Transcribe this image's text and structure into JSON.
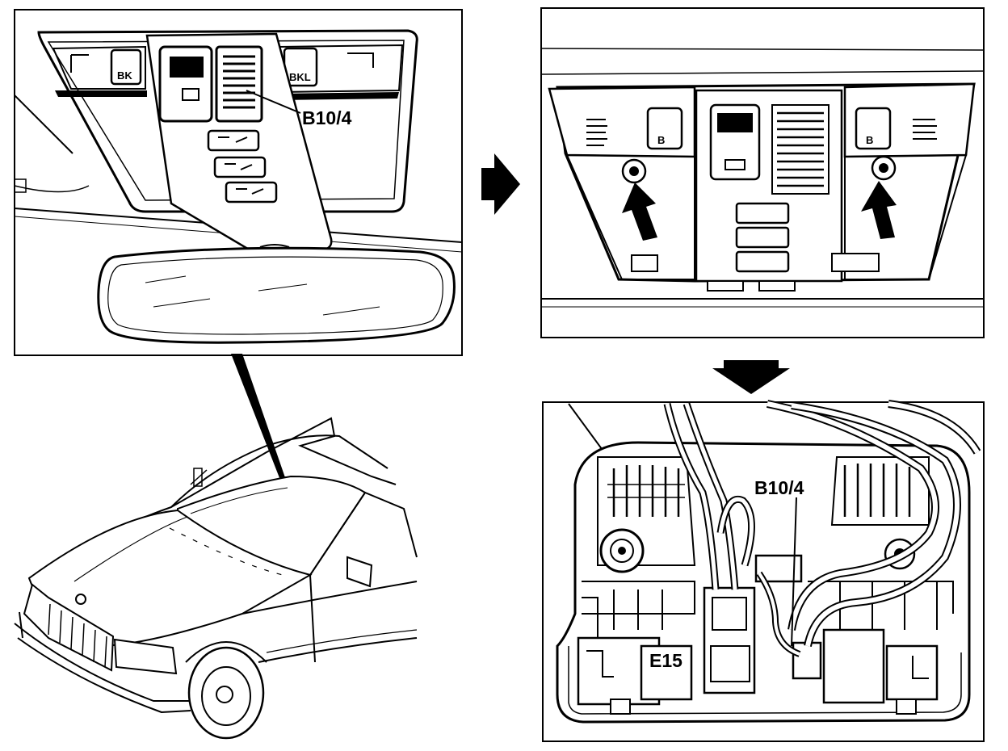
{
  "labels": {
    "sensor_top_left": "B10/4",
    "sensor_bottom_right": "B10/4",
    "lamp_bottom_right": "E15"
  },
  "panel_marks": {
    "left_reading_lamp": "BK",
    "right_reading_lamp": "BKL",
    "center_lamp_left": "B",
    "center_lamp_right": "B"
  },
  "colors": {
    "ink": "#000000",
    "paper": "#ffffff"
  }
}
